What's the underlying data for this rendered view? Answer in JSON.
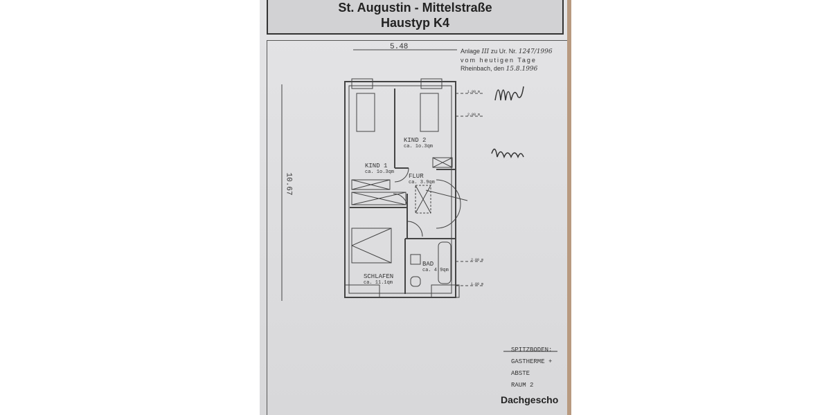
{
  "title": {
    "line1": "St. Augustin - Mittelstraße",
    "line2": "Haustyp K4"
  },
  "dimensions": {
    "width": "5.48",
    "height": "10.67",
    "marks": [
      "1.00 m",
      "2.00 m",
      "2.00 m",
      "1.00 m"
    ]
  },
  "stamp": {
    "line1_prefix": "Anlage",
    "line1_hand": "III",
    "line1_mid": "zu Ur. Nr.",
    "line1_number": "1247/1996",
    "line2": "vom heutigen Tage",
    "line3_prefix": "Rheinbach, den",
    "line3_date": "15.8.1996"
  },
  "rooms": [
    {
      "name": "KIND 2",
      "area": "ca. 1o.3qm"
    },
    {
      "name": "KIND 1",
      "area": "ca. 1o.3qm"
    },
    {
      "name": "FLUR",
      "area": "ca. 3.9qm"
    },
    {
      "name": "BAD",
      "area": "ca. 4.9qm"
    },
    {
      "name": "SCHLAFEN",
      "area": "ca. 11.1qm"
    }
  ],
  "note": {
    "heading": "SPITZBODEN:",
    "line1": "GASTHERME + ABSTE",
    "line2": "RAUM 2"
  },
  "footer": "Dachgescho"
}
